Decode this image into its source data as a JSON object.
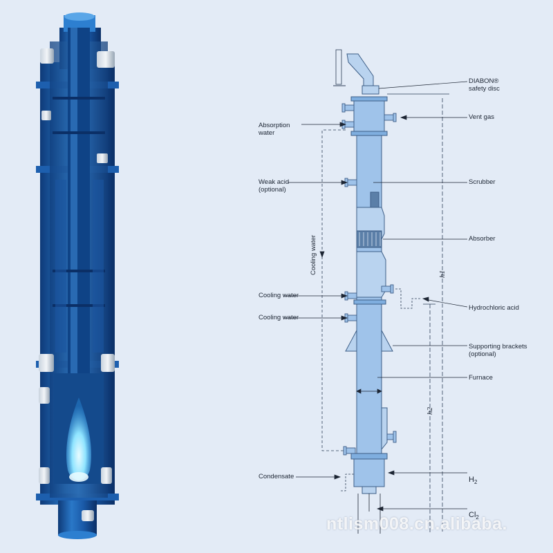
{
  "labels": {
    "diabon_safety_disc": "DIABON®\nsafety disc",
    "vent_gas": "Vent gas",
    "absorption_water": "Absorption\nwater",
    "weak_acid": "Weak acid\n(optional)",
    "scrubber": "Scrubber",
    "absorber": "Absorber",
    "cooling_water_vertical": "Cooling water",
    "cooling_water_1": "Cooling water",
    "cooling_water_2": "Cooling water",
    "hydrochloric_acid": "Hydrochloric acid",
    "supporting_brackets": "Supporting brackets\n(optional)",
    "furnace": "Furnace",
    "condensate": "Condensate",
    "h2_main": "H",
    "h2_sub": "2",
    "cl2_main": "Cl",
    "cl2_sub": "2",
    "dim_h1": "h1",
    "dim_h2": "h2"
  },
  "watermark": "ntlism008.cn.alibaba.",
  "colors": {
    "background": "#e3ebf6",
    "vessel_fill": "#9fc3ea",
    "vessel_outline": "#3c5d86",
    "cutaway_dark": "#123d7a",
    "cutaway_mid": "#1f66b5",
    "cutaway_light": "#5aa6e8",
    "flame": "#7fe0ff"
  }
}
